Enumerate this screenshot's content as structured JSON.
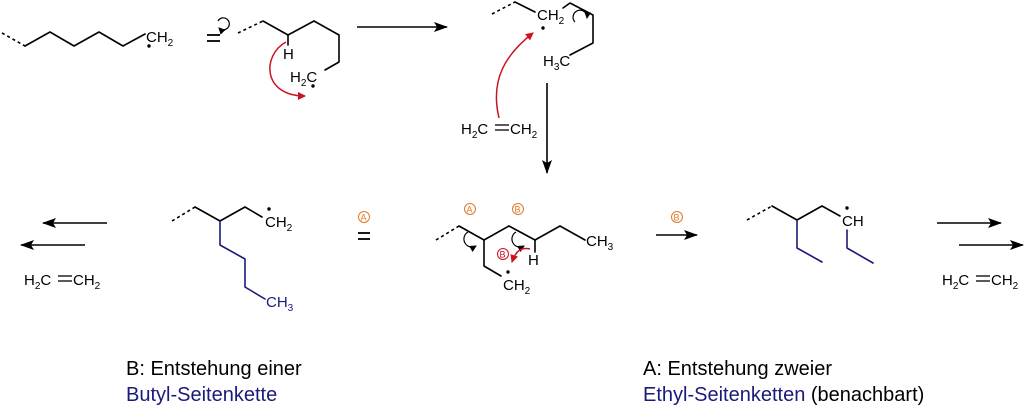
{
  "colors": {
    "bond": "#000000",
    "side_chain": "#1a1a7a",
    "electron_arrow": "#cc1122",
    "pathway_label": "#e07b2a"
  },
  "labels": {
    "ch2_radical": "CH",
    "ch2_sub": "2",
    "h": "H",
    "h2c_h": "H",
    "h2c_sub": "2",
    "h2c_c": "C",
    "h3c_h": "H",
    "h3c_sub": "3",
    "h3c_c": "C",
    "ch3_c": "CH",
    "ch3_sub": "3",
    "ch_radical": "CH",
    "equals": "=",
    "ethylene": {
      "part1": "H",
      "sub1": "2",
      "part2": "C",
      "part3": "CH",
      "sub2": "2"
    }
  },
  "pathways": {
    "a": "A",
    "b": "B"
  },
  "captions": {
    "left": {
      "line1": "B: Entstehung einer",
      "line2_blue": "Butyl-Seitenkette"
    },
    "right": {
      "line1": "A: Entstehung zweier",
      "line2_blue": "Ethyl-Seitenketten",
      "line2_rest": " (benachbart)"
    }
  }
}
